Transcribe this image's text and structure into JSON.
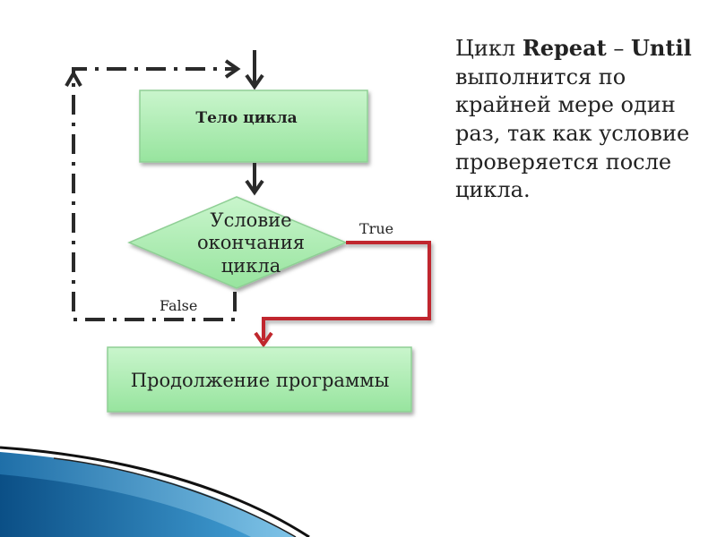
{
  "diagram": {
    "loop_body": "Тело цикла",
    "condition": "Условие окончания цикла",
    "continuation": "Продолжение программы",
    "true_label": "True",
    "false_label": "False"
  },
  "description": {
    "prefix": "Цикл ",
    "keyword_repeat": "Repeat",
    "dash": " – ",
    "keyword_until": "Until",
    "text": " выполнится по крайней мере один раз, так как условие проверяется после цикла."
  },
  "colors": {
    "box_fill": "#a6ecac",
    "box_stroke": "#8fcf95",
    "true_arrow": "#c0272d",
    "arrow": "#2a2a2a"
  }
}
